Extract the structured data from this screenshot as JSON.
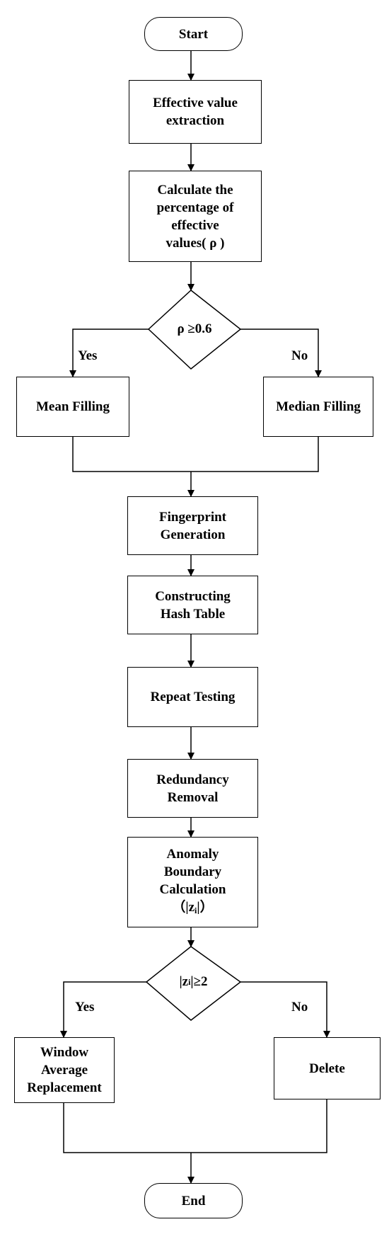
{
  "nodes": {
    "start": "Start",
    "effective_value_extraction": "Effective value\nextraction",
    "calculate_percentage": "Calculate the\npercentage of\neffective\nvalues( ρ )",
    "decision_rho": "ρ ≥0.6",
    "mean_filling": "Mean Filling",
    "median_filling": "Median Filling",
    "fingerprint_generation": "Fingerprint\nGeneration",
    "constructing_hash_table": "Constructing\nHash Table",
    "repeat_testing": "Repeat Testing",
    "redundancy_removal": "Redundancy\nRemoval",
    "anomaly_boundary_line1": "Anomaly\nBoundary\nCalculation",
    "anomaly_boundary_pre": "（|z",
    "anomaly_boundary_sub": "i",
    "anomaly_boundary_post": "|）",
    "decision_z_pre": "|z",
    "decision_z_sub": "i",
    "decision_z_post": "|≥2",
    "window_average_replacement": "Window\nAverage\nReplacement",
    "delete": "Delete",
    "end": "End"
  },
  "edges": {
    "rho_yes": "Yes",
    "rho_no": "No",
    "z_yes": "Yes",
    "z_no": "No"
  }
}
